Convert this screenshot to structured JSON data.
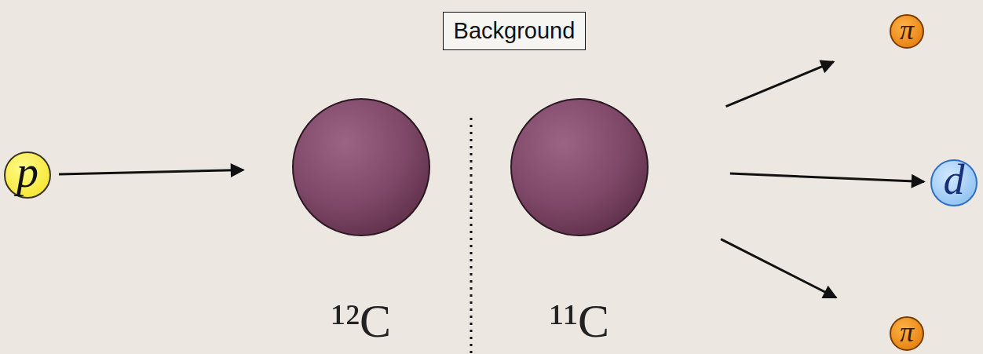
{
  "diagram": {
    "nodes": [
      {
        "text": [
          "Background"
        ]
      },
      {
        "text": [
          "p"
        ]
      },
      {
        "text": [
          "¹²C"
        ]
      },
      {
        "text": [
          "¹¹C"
        ]
      },
      {
        "text": [
          "π"
        ]
      },
      {
        "text": [
          "d"
        ]
      },
      {
        "text": [
          "π"
        ]
      }
    ],
    "edges": [
      {
        "from": 1,
        "to": 2,
        "arrow": "to"
      },
      {
        "from": 3,
        "to": 4,
        "arrow": "to"
      },
      {
        "from": 3,
        "to": 5,
        "arrow": "to"
      },
      {
        "from": 3,
        "to": 6,
        "arrow": "to"
      }
    ]
  }
}
